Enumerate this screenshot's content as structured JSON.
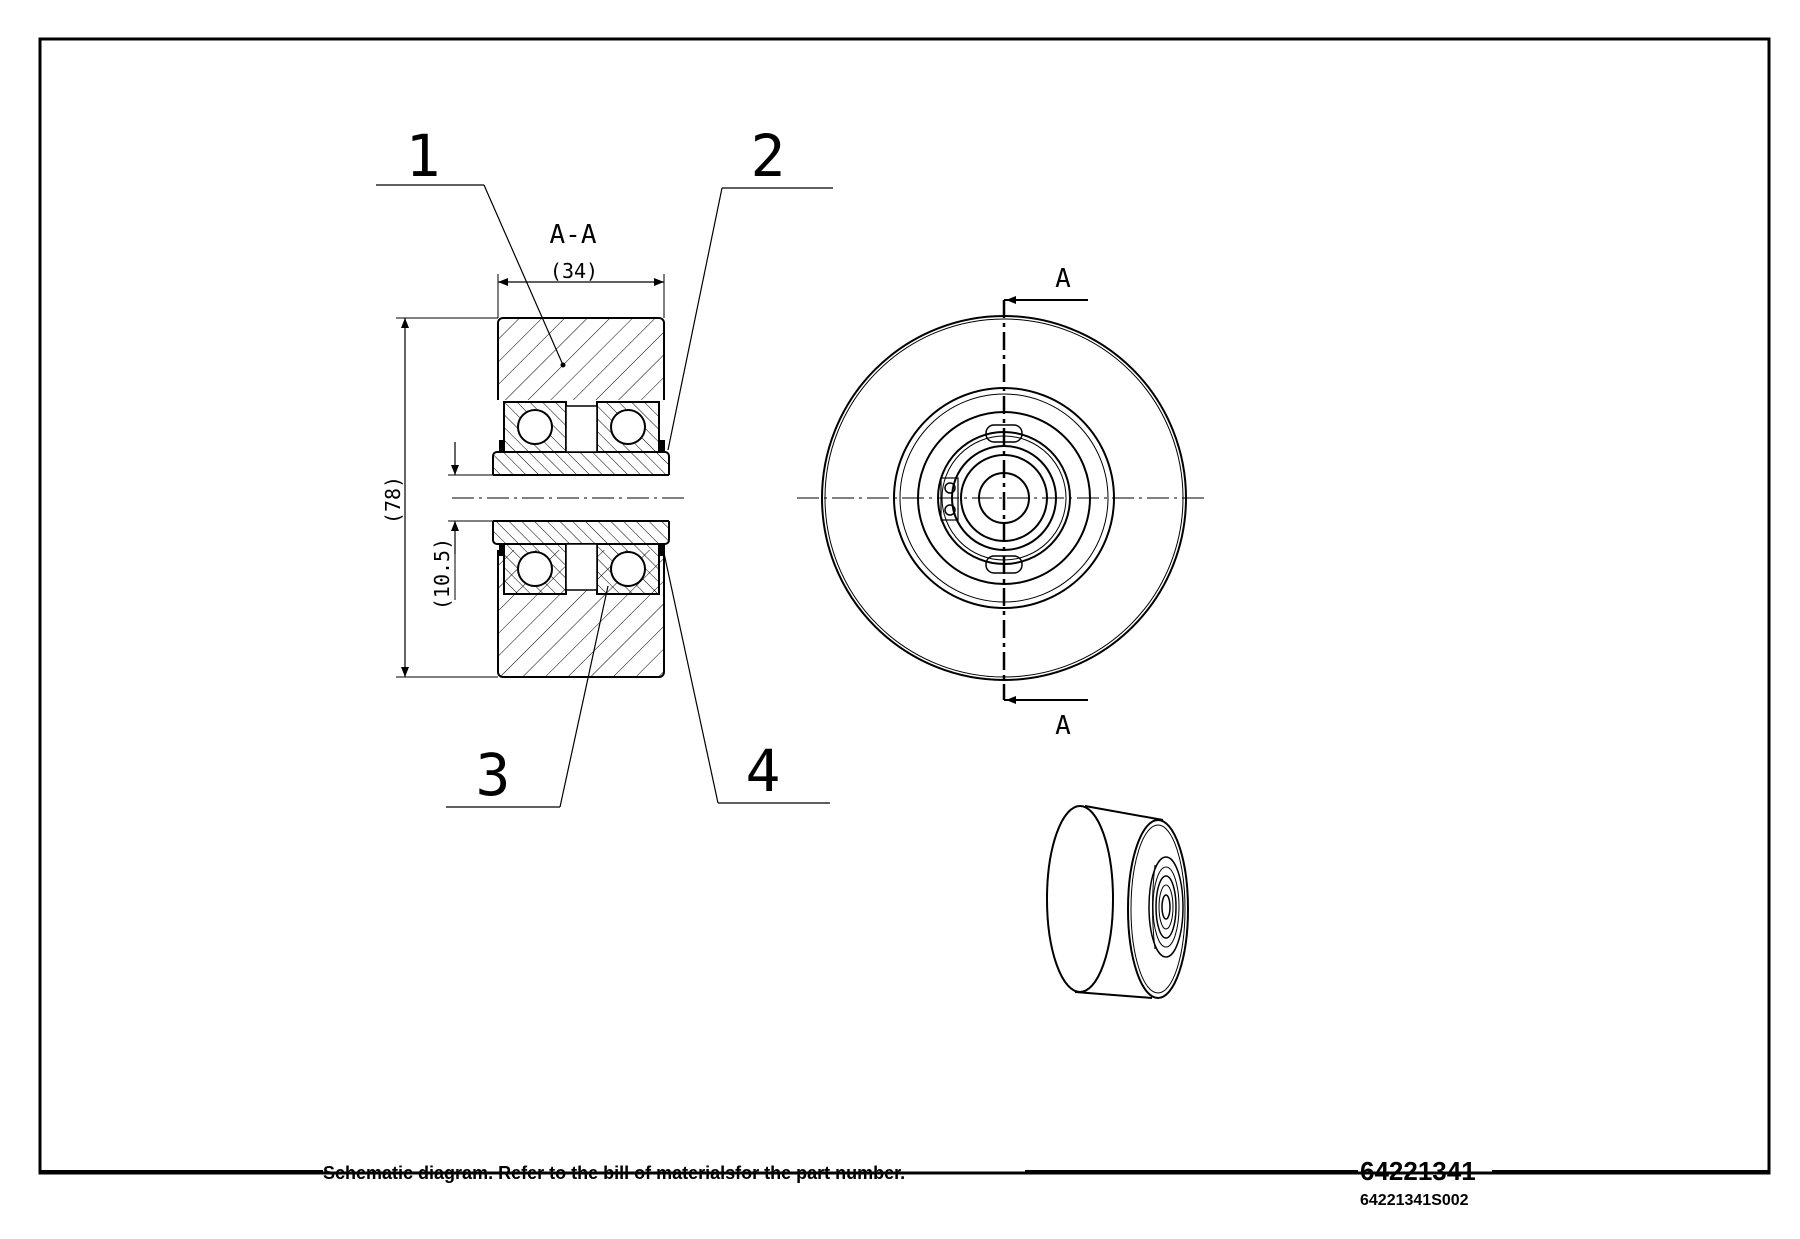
{
  "section_view": {
    "title": "A-A",
    "width_dim": "(34)",
    "height_dim": "(78)",
    "bore_dim": "(10.5)"
  },
  "balloons": [
    "1",
    "2",
    "3",
    "4"
  ],
  "front_view": {
    "section_letter_top": "A",
    "section_letter_bottom": "A"
  },
  "title_block": {
    "note": "Schematic diagram. Refer to the bill of materialsfor the part number.",
    "part_number": "64221341",
    "sheet_id": "64221341S002"
  }
}
